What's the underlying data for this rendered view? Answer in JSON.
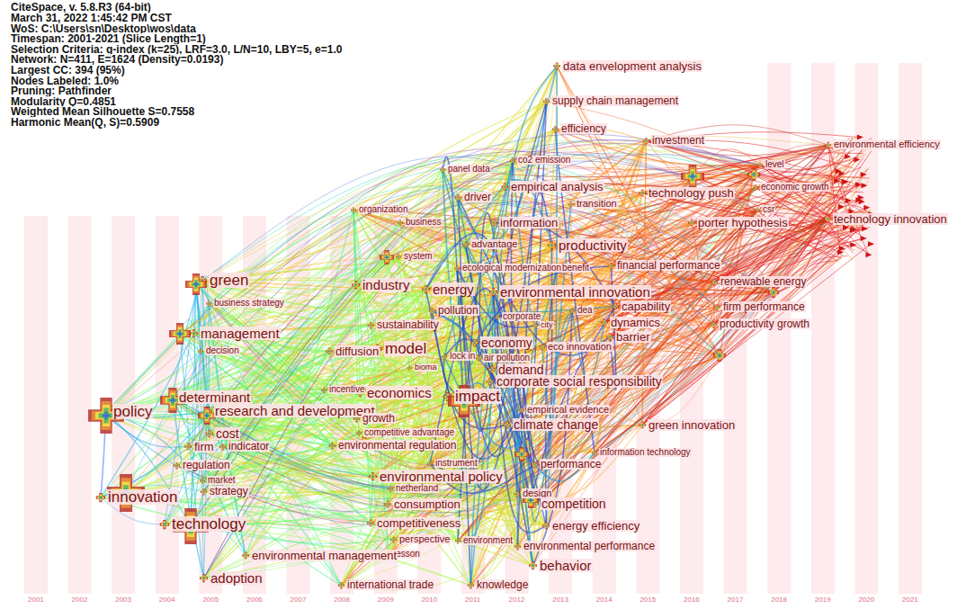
{
  "diagram": {
    "labels": [
      "CiteSpace, v. 5.8.R3 (64-bit)",
      "March 31, 2022 1:45:42 PM CST",
      "WoS: C:\\Users\\sn\\Desktop\\wos\\data",
      "Timespan: 2001-2021 (Slice Length=1)",
      "Selection Criteria: g-index (k=25), LRF=3.0, L/N=10, LBY=5, e=1.0",
      "Network: N=411, E=1624 (Density=0.0193)",
      "Largest CC: 394 (95%)",
      "Nodes Labeled: 1.0%",
      "Pruning: Pathfinder",
      "Modularity Q=0.4851",
      "Weighted Mean Silhouette S=0.7558",
      "Harmonic Mean(Q, S)=0.5909",
      "data envelopment analysis",
      "supply chain management",
      "efficiency",
      "investment",
      "environmental efficiency",
      "level",
      "co2 emission",
      "panel data",
      "empirical analysis",
      "technology push",
      "economic growth",
      "driver",
      "transition",
      "csr",
      "technology innovation",
      "organization",
      "business",
      "information",
      "porter hypothesis",
      "productivity",
      "advantage",
      "system",
      "financial performance",
      "ecological modernization",
      "benefit",
      "renewable energy",
      "green",
      "industry",
      "energy",
      "environmental innovation",
      "business strategy",
      "capability",
      "firm performance",
      "dea",
      "pollution",
      "corporate",
      "dynamics",
      "city",
      "productivity growth",
      "sustainability",
      "management",
      "economy",
      "eco innovation",
      "barrier",
      "decision",
      "diffusion",
      "model",
      "lock in",
      "air pollution",
      "bioma",
      "demand",
      "corporate social responsibility",
      "incentive",
      "economics",
      "impact",
      "determinant",
      "empirical evidence",
      "research and development",
      "policy",
      "growth",
      "climate change",
      "green innovation",
      "competitive advantage",
      "cost",
      "indicator",
      "firm",
      "environmental regulation",
      "information technology",
      "instrument",
      "performance",
      "regulation",
      "environmental policy",
      "market",
      "netherland",
      "design",
      "strategy",
      "innovation",
      "competition",
      "consumption",
      "competitiveness",
      "energy efficiency",
      "technology",
      "perspective",
      "environment",
      "environmental performance",
      "lesson",
      "environmental management",
      "behavior",
      "adoption",
      "international trade",
      "knowledge",
      "2001",
      "2002",
      "2003",
      "2004",
      "2005",
      "2006",
      "2007",
      "2008",
      "2009",
      "2010",
      "2011",
      "2012",
      "2013",
      "2014",
      "2015",
      "2016",
      "2017",
      "2018",
      "2019",
      "2020",
      "2021"
    ]
  }
}
